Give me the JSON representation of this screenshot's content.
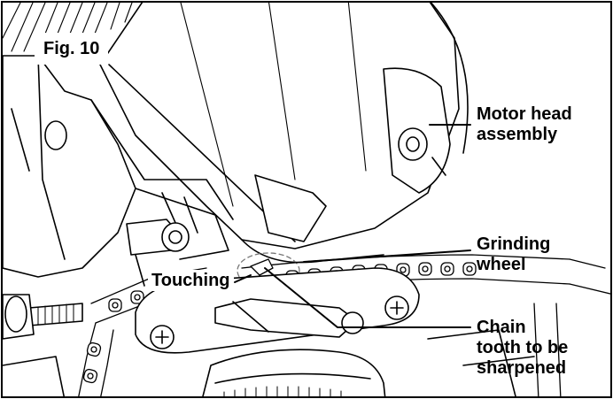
{
  "figure": {
    "label": "Fig. 10",
    "callouts": {
      "motor_head": [
        "Motor head",
        "assembly"
      ],
      "grinding_wheel": [
        "Grinding",
        "wheel"
      ],
      "chain_tooth": [
        "Chain",
        "tooth to be",
        "sharpened"
      ],
      "touching": "Touching"
    }
  },
  "colors": {
    "line": "#000000",
    "background": "#ffffff",
    "wheel_dash": "#777777"
  }
}
